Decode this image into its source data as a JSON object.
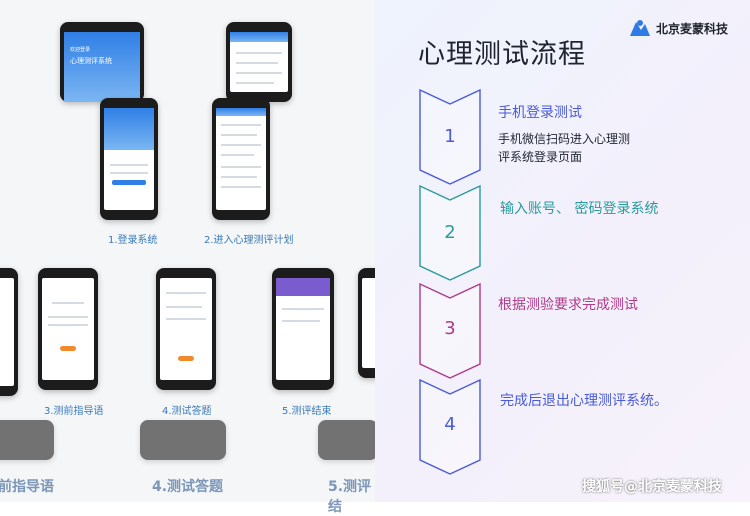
{
  "left_panel": {
    "captions": {
      "step1": "1.登录系统",
      "step2": "2.进入心理测评计划",
      "step3": "3.测前指导语",
      "step4": "4.测试答题",
      "step5": "5.测评结束"
    },
    "phone_texts": {
      "hero_line1": "欢迎登录",
      "hero_line2": "心理测评系统"
    },
    "bottom_captions": {
      "left": "前指导语",
      "mid": "4.测试答题",
      "right": "5.测评结"
    }
  },
  "slide": {
    "title": "心理测试流程",
    "brand": "北京麦蒙科技",
    "colors": {
      "step1": "#4a5bd8",
      "step2": "#2a9b9d",
      "step3": "#b03a8a",
      "step4": "#4a5bd8"
    },
    "steps": [
      {
        "number": "1",
        "title": "手机登录测试",
        "description": "手机微信扫码进入心理测评系统登录页面"
      },
      {
        "number": "2",
        "title": "输入账号、 密码登录系统",
        "description": ""
      },
      {
        "number": "3",
        "title": "根据测验要求完成测试",
        "description": ""
      },
      {
        "number": "4",
        "title": "完成后退出心理测评系统。",
        "description": ""
      }
    ]
  },
  "watermark": "搜狐号@北京麦蒙科技"
}
